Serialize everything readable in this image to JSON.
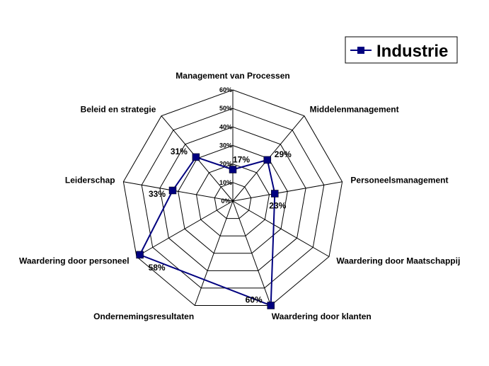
{
  "chart_data": {
    "type": "radar",
    "categories": [
      "Management van Processen",
      "Middelenmanagement",
      "Personeelsmanagement",
      "Waardering door Maatschappij",
      "Waardering door klanten",
      "Ondernemingsresultaten",
      "Waardering door personeel",
      "Leiderschap",
      "Beleid en strategie"
    ],
    "series": [
      {
        "name": "Industrie",
        "values": [
          17,
          29,
          23,
          null,
          60,
          null,
          58,
          33,
          31
        ],
        "data_labels": [
          "17%",
          "29%",
          "23%",
          "",
          "60%",
          "",
          "58%",
          "33%",
          "31%"
        ]
      }
    ],
    "rlim": [
      0,
      60
    ],
    "ticks": [
      0,
      10,
      20,
      30,
      40,
      50,
      60
    ],
    "tick_labels": [
      "0%",
      "10%",
      "20%",
      "30%",
      "40%",
      "50%",
      "60%"
    ],
    "legend_position": "top-right",
    "series_color": "#00007f"
  }
}
